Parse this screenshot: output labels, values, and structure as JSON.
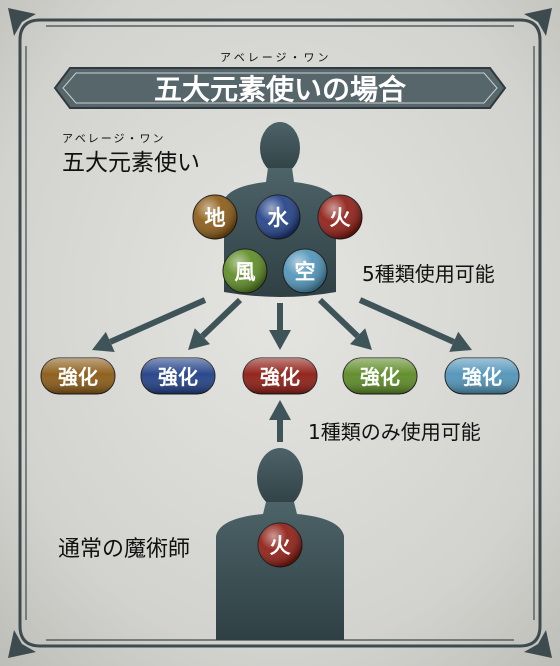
{
  "title": {
    "text": "五大元素使いの場合",
    "ruby": "アベレージ・ワン"
  },
  "upper_label": {
    "text": "五大元素使い",
    "ruby": "アベレージ・ワン"
  },
  "lower_label": "通常の魔術師",
  "upper_caption": "5種類使用可能",
  "lower_caption": "1種類のみ使用可能",
  "elements": [
    {
      "label": "地",
      "color": "#8a5a14"
    },
    {
      "label": "水",
      "color": "#1f3f86"
    },
    {
      "label": "火",
      "color": "#8e1b12"
    },
    {
      "label": "風",
      "color": "#5c8a23"
    },
    {
      "label": "空",
      "color": "#4f93b8"
    }
  ],
  "enhance": [
    {
      "label": "強化",
      "color": "#8a5a14"
    },
    {
      "label": "強化",
      "color": "#1f3f86"
    },
    {
      "label": "強化",
      "color": "#8e1b12"
    },
    {
      "label": "強化",
      "color": "#5c8a23"
    },
    {
      "label": "強化",
      "color": "#4f93b8"
    }
  ],
  "lower_element": {
    "label": "火",
    "color": "#8e1b12"
  },
  "colors": {
    "figure": "#3f5459",
    "arrow": "#3f5459",
    "frame": "#3e4b4e",
    "banner": "#56666a",
    "text": "#111111"
  }
}
